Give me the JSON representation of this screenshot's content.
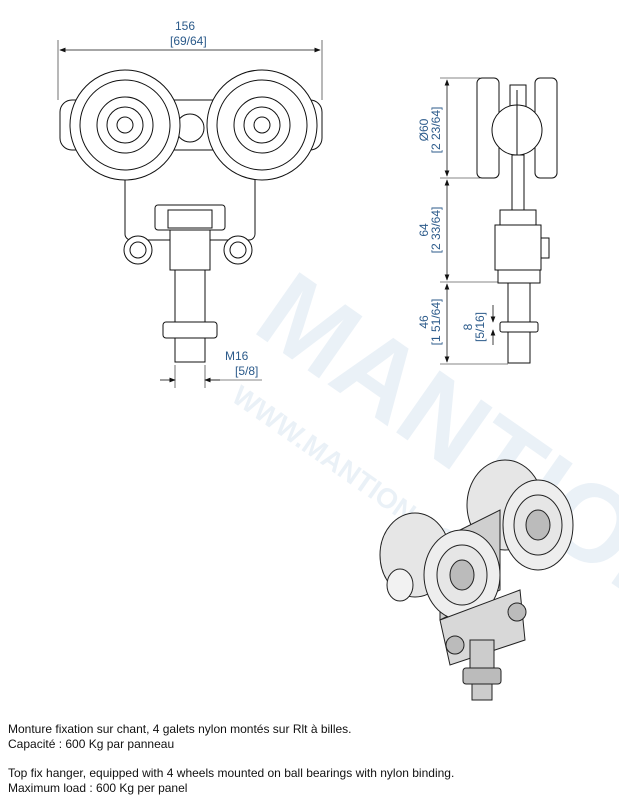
{
  "watermark": {
    "brand": "MANTION",
    "url": "WWW.MANTION.COM"
  },
  "dimensions": {
    "width_mm": "156",
    "width_in": "[6",
    "width_in_frac": "9/64]",
    "thread_mm": "M16",
    "thread_in": "[5/8]",
    "wheel_dia_mm": "Ø60",
    "wheel_dia_in": "[2 23/64]",
    "body_h_mm": "64",
    "body_h_in": "[2 33/64]",
    "stem_mm": "46",
    "stem_in": "[1 51/64]",
    "nut_mm": "8",
    "nut_in": "[5/16]"
  },
  "description": {
    "fr_line1": "Monture fixation sur chant, 4 galets nylon montés sur Rlt à billes.",
    "fr_line2": "Capacité : 600 Kg par panneau",
    "en_line1": "Top fix hanger, equipped with 4 wheels mounted on ball bearings with nylon binding.",
    "en_line2": "Maximum load : 600 Kg per panel"
  }
}
